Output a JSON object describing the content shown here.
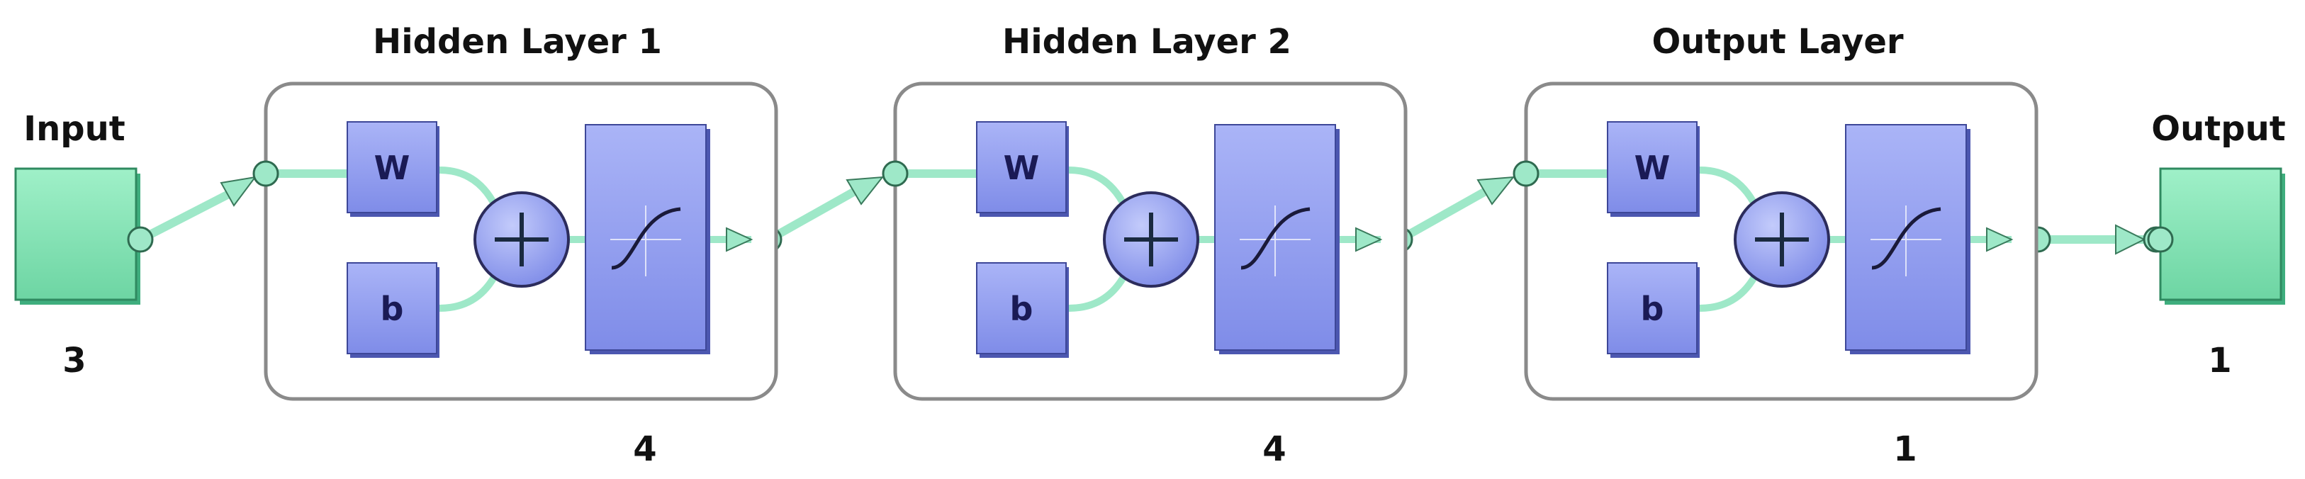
{
  "input": {
    "label": "Input",
    "size": "3"
  },
  "layers": [
    {
      "title": "Hidden Layer 1",
      "size": "4",
      "weight_label": "W",
      "bias_label": "b"
    },
    {
      "title": "Hidden Layer 2",
      "size": "4",
      "weight_label": "W",
      "bias_label": "b"
    },
    {
      "title": "Output Layer",
      "size": "1",
      "weight_label": "W",
      "bias_label": "b"
    }
  ],
  "output": {
    "label": "Output",
    "size": "1"
  },
  "colors": {
    "io_block": "#7ee0b0",
    "io_block_dark": "#3fae7e",
    "layer_block": "#8f9cf0",
    "layer_block_light": "#a9b4f6",
    "layer_block_dark": "#4c57b0",
    "connector": "#9ee8c8",
    "connector_stroke": "#3a7a5c",
    "layer_frame": "#8a8a8a"
  },
  "icons": {
    "sum": "plus-circle-icon",
    "transfer": "sigmoid-curve-icon"
  }
}
